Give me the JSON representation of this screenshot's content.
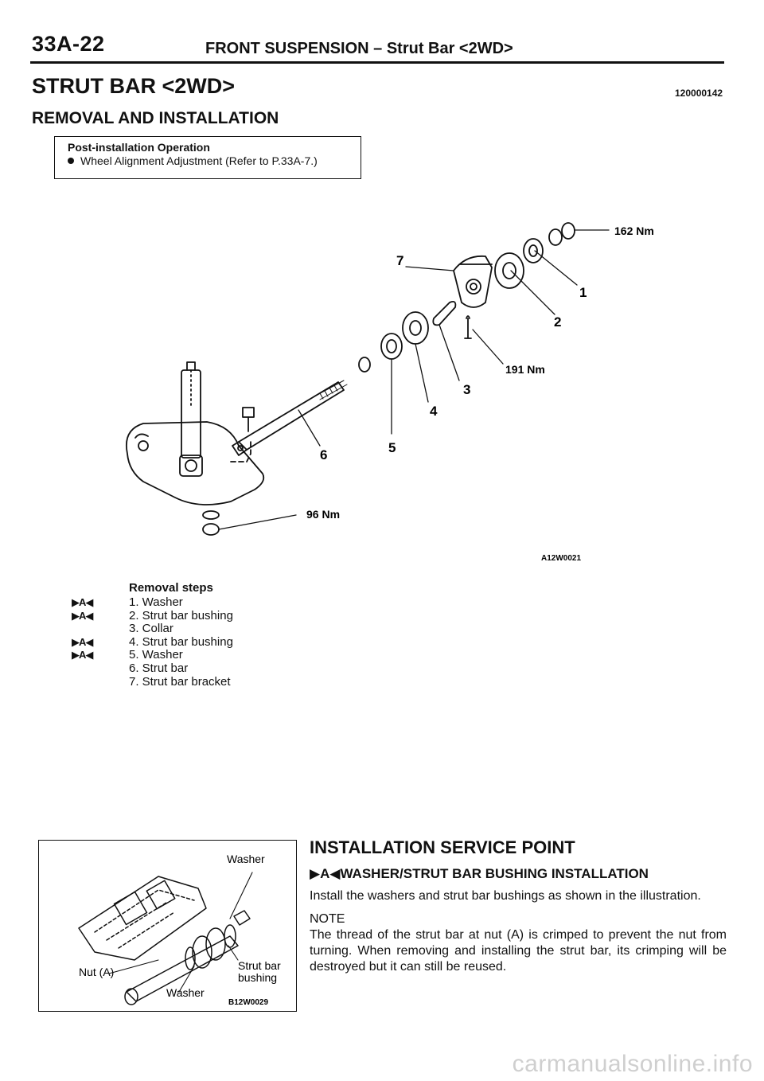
{
  "header": {
    "page_number": "33A-22",
    "title": "FRONT SUSPENSION – Strut Bar <2WD>"
  },
  "section": {
    "title": "STRUT BAR <2WD>",
    "code": "120000142",
    "subtitle": "REMOVAL AND INSTALLATION"
  },
  "post_installation": {
    "heading": "Post-installation Operation",
    "item": "Wheel Alignment Adjustment (Refer to P.33A-7.)"
  },
  "diagram": {
    "torque_1": "162 Nm",
    "torque_2": "191 Nm",
    "torque_3": "96 Nm",
    "callouts": [
      "1",
      "2",
      "3",
      "4",
      "5",
      "6",
      "7"
    ],
    "figure_code": "A12W0021"
  },
  "removal": {
    "heading": "Removal steps",
    "steps": [
      {
        "mark": "▶A◀",
        "text": "1. Washer"
      },
      {
        "mark": "▶A◀",
        "text": "2. Strut bar bushing"
      },
      {
        "mark": "",
        "text": "3. Collar"
      },
      {
        "mark": "▶A◀",
        "text": "4. Strut bar bushing"
      },
      {
        "mark": "▶A◀",
        "text": "5. Washer"
      },
      {
        "mark": "",
        "text": "6. Strut bar"
      },
      {
        "mark": "",
        "text": "7. Strut bar bracket"
      }
    ]
  },
  "detail_figure": {
    "label_washer_top": "Washer",
    "label_nut": "Nut (A)",
    "label_bushing_1": "Strut bar",
    "label_bushing_2": "bushing",
    "label_washer_bottom": "Washer",
    "figure_code": "B12W0029"
  },
  "service": {
    "title": "INSTALLATION SERVICE POINT",
    "mark": "▶A◀",
    "subtitle": "WASHER/STRUT BAR BUSHING INSTALLATION",
    "text": "Install the washers and strut bar bushings as shown in the illustration.",
    "note_heading": "NOTE",
    "note_text": "The thread of the strut bar at nut (A) is crimped to prevent the nut from turning. When removing and installing the strut bar, its crimping will be destroyed but it can still be reused."
  },
  "watermark": "carmanualsonline.info"
}
